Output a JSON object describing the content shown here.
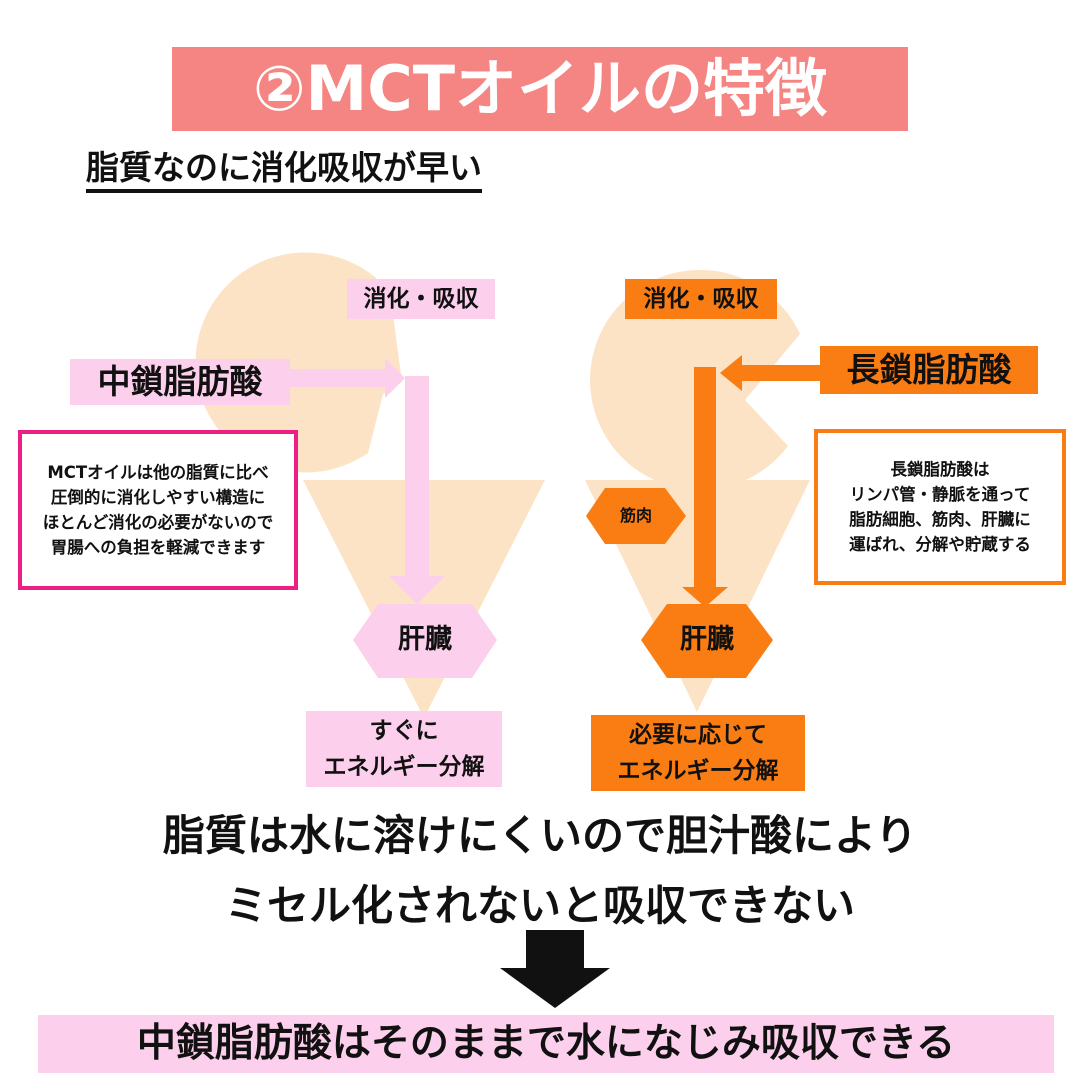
{
  "title": "②MCTオイルの特徴",
  "subtitle": "脂質なのに消化吸収が早い",
  "left": {
    "digest_label": "消化・吸収",
    "acid_label": "中鎖脂肪酸",
    "note_lines": [
      "MCTオイルは他の脂質に比べ",
      "圧倒的に消化しやすい構造に",
      "ほとんど消化の必要がないので",
      "胃腸への負担を軽減できます"
    ],
    "organ_label": "肝臓",
    "result_lines": [
      "すぐに",
      "エネルギー分解"
    ]
  },
  "right": {
    "digest_label": "消化・吸収",
    "acid_label": "長鎖脂肪酸",
    "note_lines": [
      "長鎖脂肪酸は",
      "リンパ管・静脈を通って",
      "脂肪細胞、筋肉、肝臓に",
      "運ばれ、分解や貯蔵する"
    ],
    "muscle_label": "筋肉",
    "organ_label": "肝臓",
    "result_lines": [
      "必要に応じて",
      "エネルギー分解"
    ]
  },
  "explanation_lines": [
    "脂質は水に溶けにくいので胆汁酸により",
    "ミセル化されないと吸収できない"
  ],
  "conclusion": "中鎖脂肪酸はそのままで水になじみ吸収できる",
  "colors": {
    "title_bg": "#f58582",
    "pink_light": "#fcd0ec",
    "pink_border": "#eb1f84",
    "orange": "#f97d13",
    "body_shape": "#fde3c5"
  }
}
